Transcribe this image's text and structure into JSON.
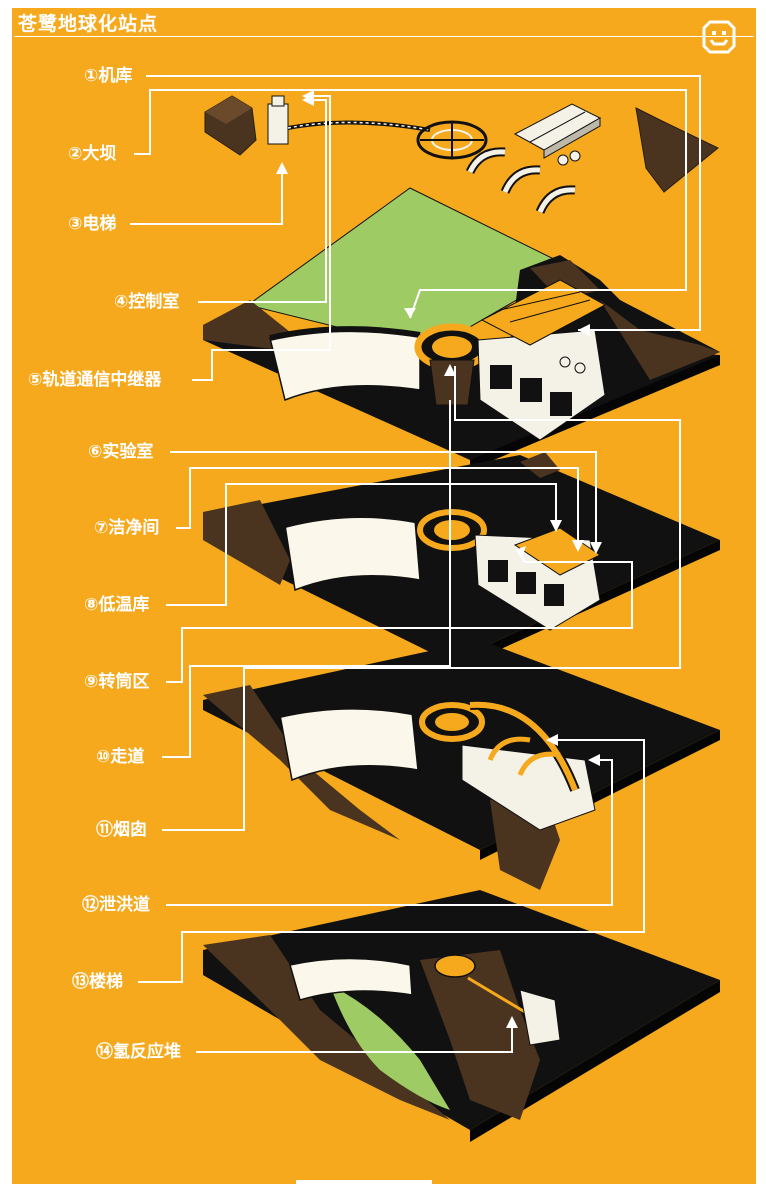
{
  "header": {
    "title": "苍鹭地球化站点"
  },
  "legend": [
    {
      "id": "hangar",
      "label": "①机库"
    },
    {
      "id": "dam",
      "label": "②大坝"
    },
    {
      "id": "elevator",
      "label": "③电梯"
    },
    {
      "id": "control-room",
      "label": "④控制室"
    },
    {
      "id": "relay",
      "label": "⑤轨道通信中继器"
    },
    {
      "id": "lab",
      "label": "⑥实验室"
    },
    {
      "id": "cleanroom",
      "label": "⑦洁净间"
    },
    {
      "id": "cold-storage",
      "label": "⑧低温库"
    },
    {
      "id": "drum-zone",
      "label": "⑨转筒区"
    },
    {
      "id": "corridor",
      "label": "⑩走道"
    },
    {
      "id": "chimney",
      "label": "⑪烟囱"
    },
    {
      "id": "spillway",
      "label": "⑫泄洪道"
    },
    {
      "id": "stairs",
      "label": "⑬楼梯"
    },
    {
      "id": "reactor",
      "label": "⑭氢反应堆"
    }
  ],
  "colors": {
    "background": "#f6a91c",
    "rock": "#4a3420",
    "terrain": "#111111",
    "grass": "#9ecb63",
    "accent": "#f6a91c",
    "line": "#ffffff"
  },
  "icons": {
    "corner": "smiley-icon"
  }
}
